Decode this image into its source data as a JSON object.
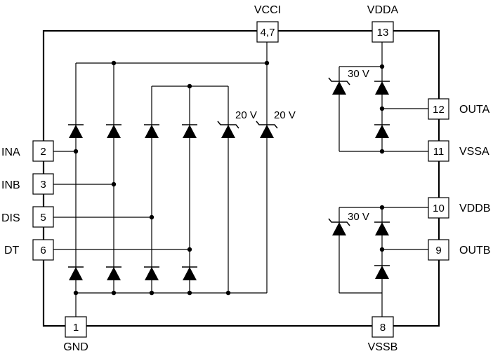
{
  "pins": {
    "vcci": {
      "number": "4,7",
      "label": "VCCI"
    },
    "vdda": {
      "number": "13",
      "label": "VDDA"
    },
    "ina": {
      "number": "2",
      "label": "INA"
    },
    "inb": {
      "number": "3",
      "label": "INB"
    },
    "dis": {
      "number": "5",
      "label": "DIS"
    },
    "dt": {
      "number": "6",
      "label": "DT"
    },
    "gnd": {
      "number": "1",
      "label": "GND"
    },
    "vssb": {
      "number": "8",
      "label": "VSSB"
    },
    "outa": {
      "number": "12",
      "label": "OUTA"
    },
    "vssa": {
      "number": "11",
      "label": "VSSA"
    },
    "vddb": {
      "number": "10",
      "label": "VDDB"
    },
    "outb": {
      "number": "9",
      "label": "OUTB"
    }
  },
  "zener_labels": {
    "left_zener_1": "20 V",
    "left_zener_2": "20 V",
    "channel_a": "30 V",
    "channel_b": "30 V"
  },
  "colors": {
    "line": "#000000",
    "background": "#ffffff"
  }
}
